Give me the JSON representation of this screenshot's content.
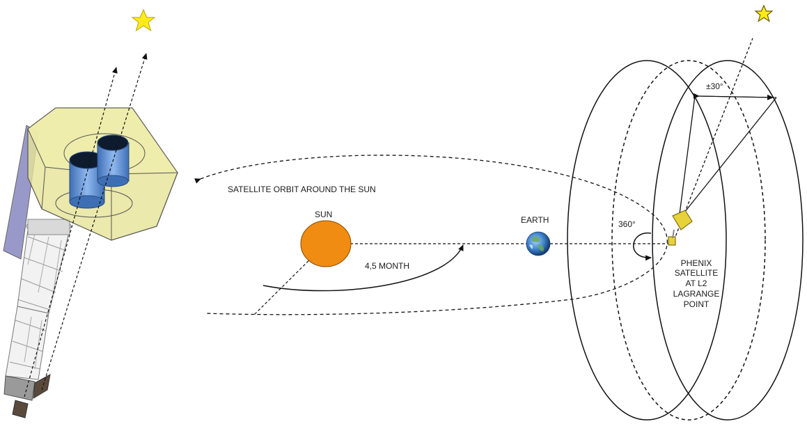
{
  "labels": {
    "orbit": "SATELLITE ORBIT AROUND THE SUN",
    "sun": "SUN",
    "earth": "EARTH",
    "duration": "4,5 MONTH",
    "rotation": "360°",
    "angle": "±30°",
    "satellite_lines": [
      "PHENIX",
      "SATELLITE",
      "AT L2",
      "LAGRANGE",
      "POINT"
    ]
  },
  "colors": {
    "sun": "#f08c12",
    "star": "#ffeb1a",
    "baffle": "#e6e496",
    "telescope": "#5a8fd6",
    "panel": "#8e8ec4",
    "earth": "#3d7fc7"
  },
  "icons": [
    "star-icon",
    "earth-icon",
    "sun-icon"
  ]
}
